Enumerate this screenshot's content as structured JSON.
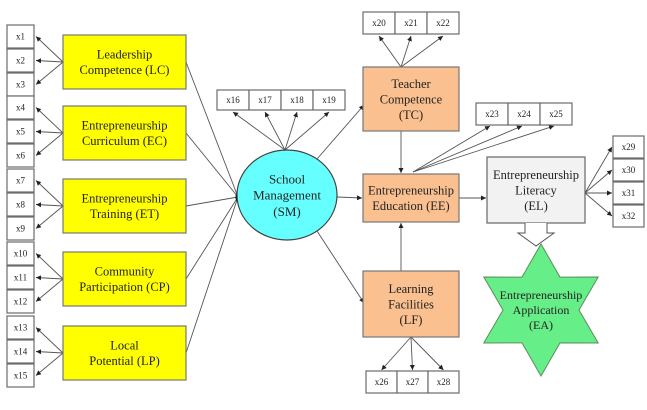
{
  "diagram": {
    "type": "structural-model",
    "colors": {
      "exogenous": "#ffff00",
      "mediator": "#fac090",
      "central": "#66ffff",
      "outcome": "#f2f2f2",
      "application": "#66ee88",
      "indicator": "#ffffff"
    },
    "exogenous": [
      {
        "id": "LC",
        "lines": [
          "Leadership",
          "Competence (LC)"
        ],
        "indicators": [
          "x1",
          "x2",
          "x3"
        ]
      },
      {
        "id": "EC",
        "lines": [
          "Entrepreneurship",
          "Curriculum (EC)"
        ],
        "indicators": [
          "x4",
          "x5",
          "x6"
        ]
      },
      {
        "id": "ET",
        "lines": [
          "Entrepreneurship",
          "Training (ET)"
        ],
        "indicators": [
          "x7",
          "x8",
          "x9"
        ]
      },
      {
        "id": "CP",
        "lines": [
          "Community",
          "Participation (CP)"
        ],
        "indicators": [
          "x10",
          "x11",
          "x12"
        ]
      },
      {
        "id": "LP",
        "lines": [
          "Local",
          "Potential (LP)"
        ],
        "indicators": [
          "x13",
          "x14",
          "x15"
        ]
      }
    ],
    "central": {
      "id": "SM",
      "lines": [
        "School",
        "Management",
        "(SM)"
      ],
      "indicators": [
        "x16",
        "x17",
        "x18",
        "x19"
      ]
    },
    "mediators": [
      {
        "id": "TC",
        "lines": [
          "Teacher",
          "Competence",
          "(TC)"
        ],
        "indicators": [
          "x20",
          "x21",
          "x22"
        ]
      },
      {
        "id": "EE",
        "lines": [
          "Entrepreneurship",
          "Education (EE)"
        ],
        "indicators": [
          "x23",
          "x24",
          "x25"
        ]
      },
      {
        "id": "LF",
        "lines": [
          "Learning",
          "Facilities",
          "(LF)"
        ],
        "indicators": [
          "x26",
          "x27",
          "x28"
        ]
      }
    ],
    "outcome": {
      "id": "EL",
      "lines": [
        "Entrepreneurship",
        "Literacy",
        "(EL)"
      ],
      "indicators": [
        "x29",
        "x30",
        "x31",
        "x32"
      ]
    },
    "application": {
      "id": "EA",
      "lines": [
        "Entrepreneurship",
        "Application",
        "(EA)"
      ]
    },
    "paths": [
      [
        "LC",
        "SM"
      ],
      [
        "EC",
        "SM"
      ],
      [
        "ET",
        "SM"
      ],
      [
        "CP",
        "SM"
      ],
      [
        "LP",
        "SM"
      ],
      [
        "SM",
        "TC"
      ],
      [
        "SM",
        "EE"
      ],
      [
        "SM",
        "LF"
      ],
      [
        "TC",
        "EE"
      ],
      [
        "LF",
        "EE"
      ],
      [
        "EE",
        "EL"
      ],
      [
        "EL",
        "EA"
      ]
    ]
  }
}
